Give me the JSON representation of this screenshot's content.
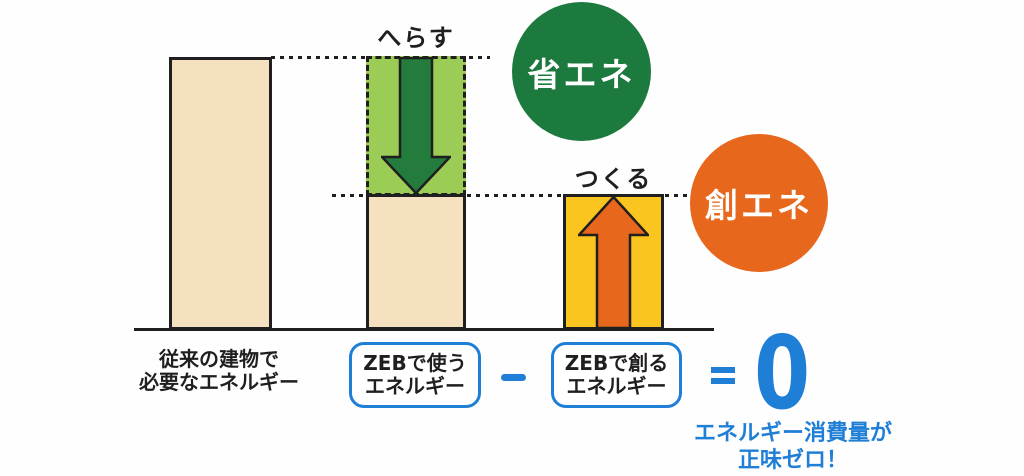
{
  "colors": {
    "beige": "#f5e0bf",
    "light_green": "#9bcc55",
    "dark_green": "#237c3c",
    "circle_green": "#1d7a3e",
    "yellow": "#f9c51e",
    "orange": "#e7681c",
    "blue": "#1f7fd6",
    "outline": "#1f1f1f"
  },
  "annotations": {
    "reduce": "へらす",
    "create": "つくる"
  },
  "badges": {
    "energy_saving": "省エネ",
    "energy_creation": "創エネ"
  },
  "bars": {
    "conventional": {
      "label_line1": "従来の建物で",
      "label_line2": "必要なエネルギー"
    },
    "zeb_use": {
      "label_line1": "ZEBで使う",
      "label_line2": "エネルギー"
    },
    "zeb_create": {
      "label_line1": "ZEBで創る",
      "label_line2": "エネルギー"
    }
  },
  "equation": {
    "minus": "−",
    "equals": "=",
    "result": "0",
    "result_caption_line1": "エネルギー消費量が",
    "result_caption_line2": "正味ゼロ！"
  }
}
